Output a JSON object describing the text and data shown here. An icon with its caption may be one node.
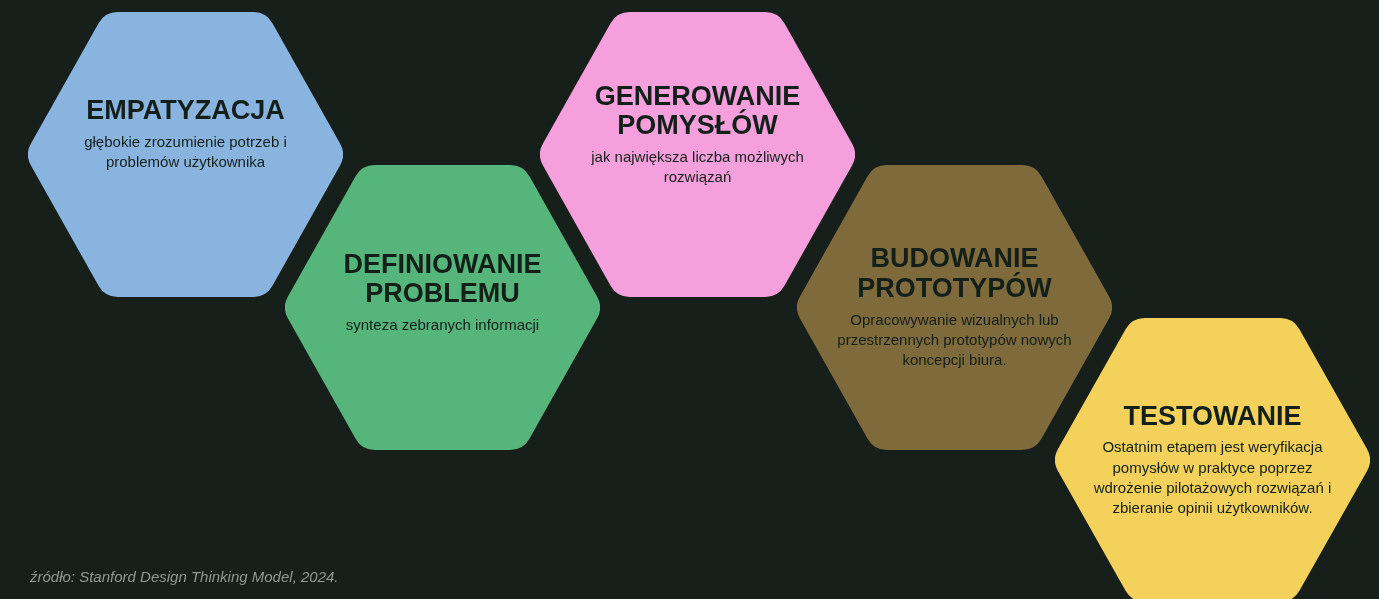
{
  "diagram": {
    "caption": "źródło: Stanford Design Thinking Model, 2024.",
    "nodes": [
      {
        "text": [
          "EMPATYZACJA",
          "głębokie zrozumienie potrzeb i problemów użytkownika"
        ]
      },
      {
        "text": [
          "DEFINIOWANIE PROBLEMU",
          "synteza zebranych informacji"
        ]
      },
      {
        "text": [
          "GENEROWANIE POMYSŁÓW",
          "jak największa liczba możliwych rozwiązań"
        ]
      },
      {
        "text": [
          "BUDOWANIE PROTOTYPÓW",
          "Opracowywanie wizualnych lub przestrzennych prototypów nowych koncepcji biura."
        ]
      },
      {
        "text": [
          "TESTOWANIE",
          "Ostatnim etapem jest weryfikacja pomysłów w praktyce poprzez wdrożenie pilotażowych rozwiązań i zbieranie opinii użytkowników."
        ]
      }
    ]
  }
}
